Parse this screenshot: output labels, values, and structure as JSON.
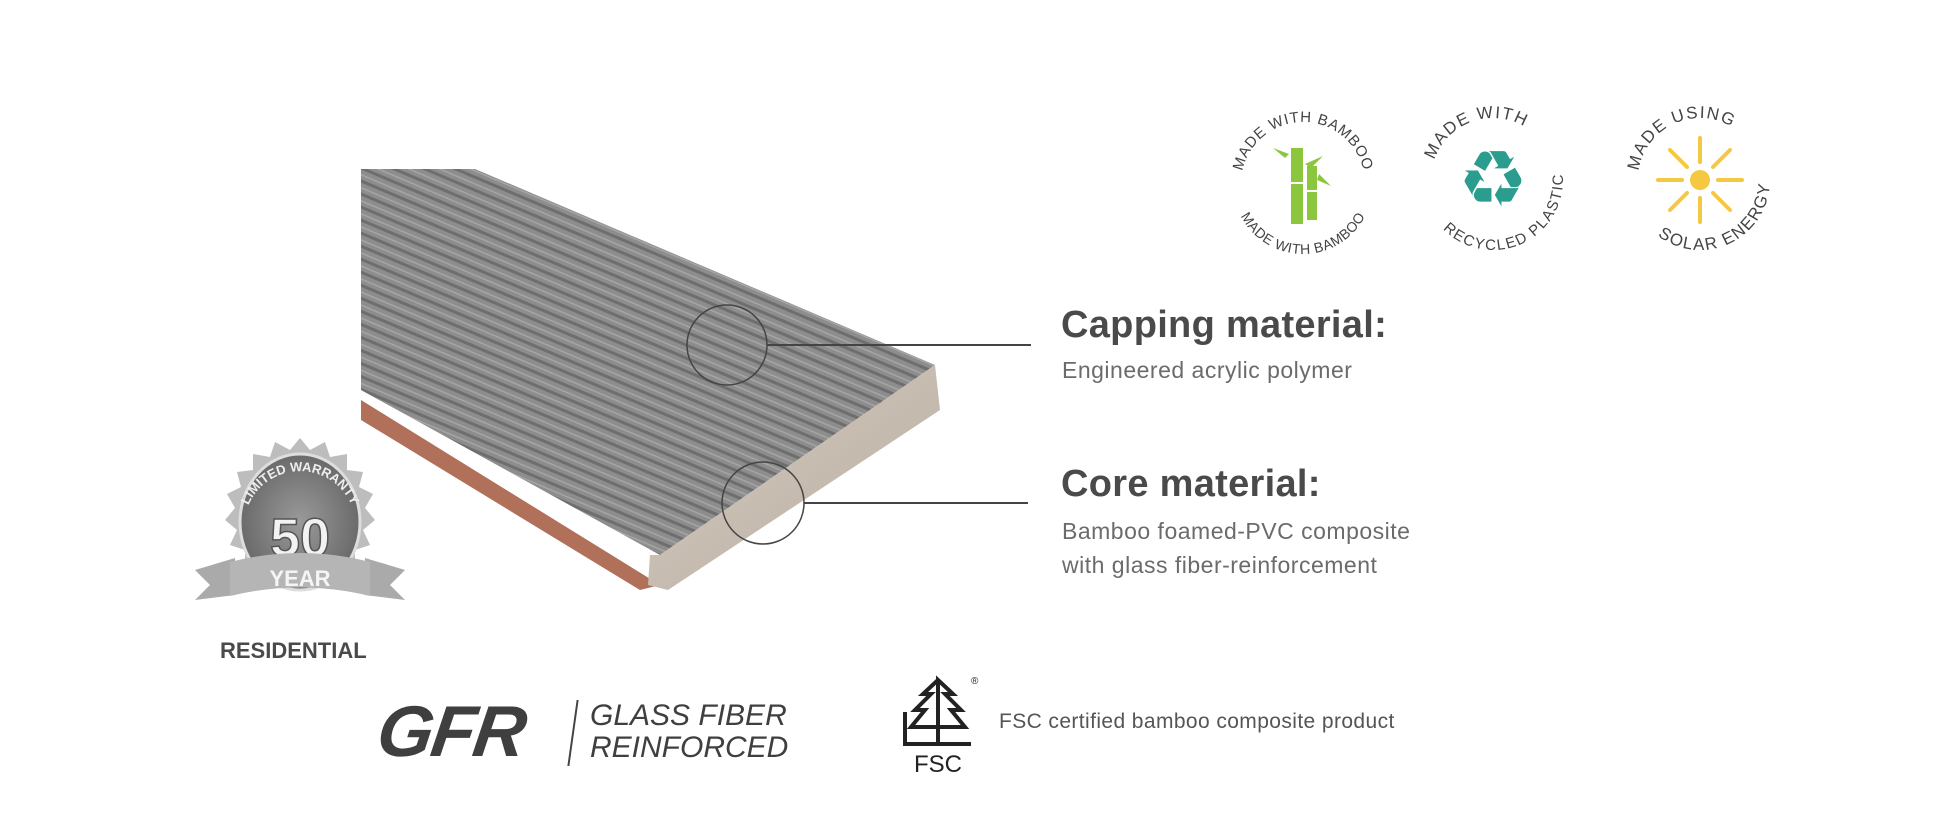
{
  "callouts": {
    "capping": {
      "title": "Capping material:",
      "description": "Engineered acrylic polymer"
    },
    "core": {
      "title": "Core material:",
      "description_lines": [
        "Bamboo foamed-PVC composite",
        "with glass fiber-reinforcement"
      ]
    }
  },
  "badges": [
    {
      "name": "bamboo",
      "text_top": "MADE WITH BAMBOO",
      "text_bottom": "MADE WITH BAMBOO",
      "icon": "bamboo-icon",
      "color": "#8cc63f"
    },
    {
      "name": "recycled",
      "text_top": "MADE WITH",
      "text_bottom": "RECYCLED PLASTIC",
      "icon": "recycle-icon",
      "color": "#2a9d8f"
    },
    {
      "name": "solar",
      "text_top": "MADE USING",
      "text_bottom": "SOLAR ENERGY",
      "icon": "sun-icon",
      "color": "#f5c842"
    }
  ],
  "warranty": {
    "top_text": "LIMITED WARRANTY",
    "years": "50",
    "unit": "YEAR",
    "label": "RESIDENTIAL"
  },
  "gfr": {
    "logo": "GFR",
    "line1": "GLASS FIBER",
    "line2": "REINFORCED"
  },
  "fsc": {
    "logo": "FSC",
    "text": "FSC certified bamboo composite product"
  },
  "colors": {
    "text": "#4a4a4a",
    "board_gray": "#8a8a8a",
    "core": "#c9bfb3",
    "base": "#b0705a"
  }
}
